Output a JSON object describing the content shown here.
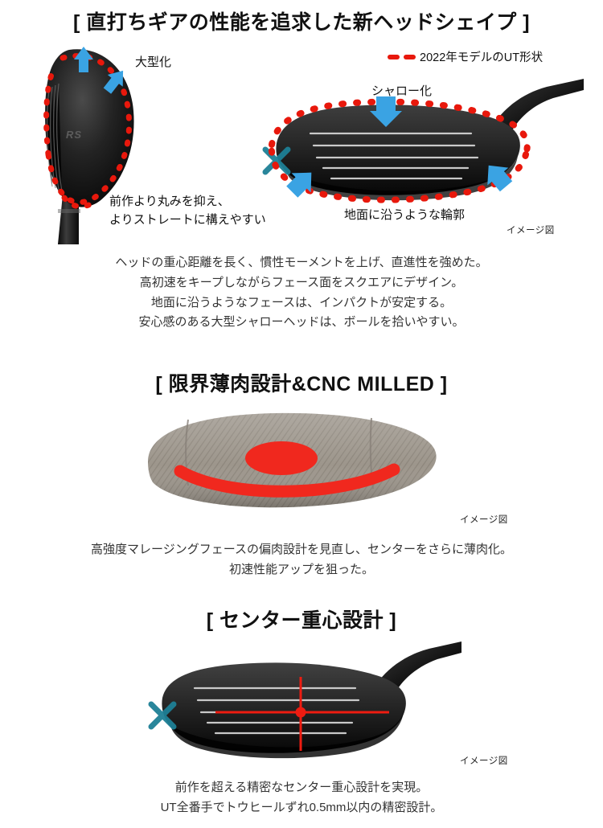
{
  "sections": [
    {
      "title": "[ 直打ちギアの性能を追求した新ヘッドシェイプ ]",
      "legend": {
        "label": "2022年モデルのUT形状",
        "color": "#e8180c"
      },
      "callouts": {
        "enlarge": "大型化",
        "left_bottom": "前作より丸みを抑え、\nよりストレートに構えやすい",
        "shallow": "シャロー化",
        "right_bottom": "地面に沿うような輪郭"
      },
      "crown_logo": "RS",
      "image_note": "イメージ図",
      "body": [
        "ヘッドの重心距離を長く、慣性モーメントを上げ、直進性を強めた。",
        "高初速をキープしながらフェース面をスクエアにデザイン。",
        "地面に沿うようなフェースは、インパクトが安定する。",
        "安心感のある大型シャローヘッドは、ボールを拾いやすい。"
      ]
    },
    {
      "title": "[ 限界薄肉設計&CNC MILLED ]",
      "image_note": "イメージ図",
      "body": [
        "高強度マレージングフェースの偏肉設計を見直し、センターをさらに薄肉化。",
        "初速性能アップを狙った。"
      ]
    },
    {
      "title": "[ センター重心設計 ]",
      "image_note": "イメージ図",
      "body": [
        "前作を超える精密なセンター重心設計を実現。",
        "UT全番手でトウヒールずれ0.5mm以内の精密設計。"
      ]
    }
  ],
  "colors": {
    "accent_red": "#e8180c",
    "arrow_blue": "#3aa3e3",
    "face_gray": "#9a948a",
    "club_black": "#1b1b1b",
    "logo_teal": "#1e7f96"
  }
}
